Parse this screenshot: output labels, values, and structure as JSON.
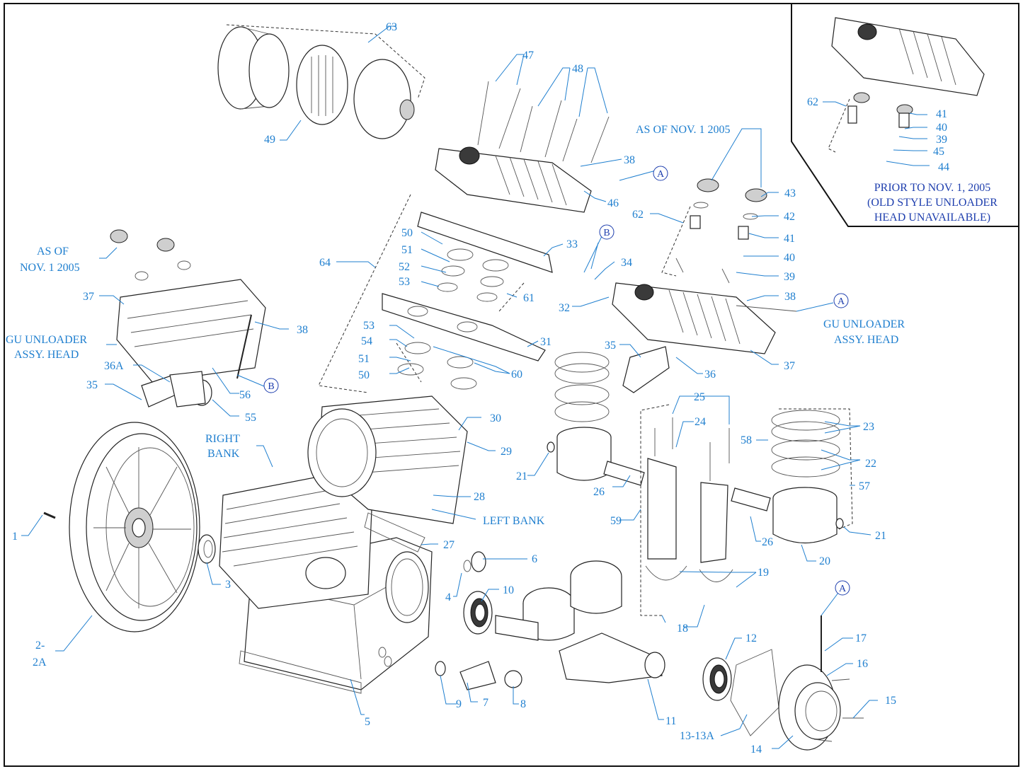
{
  "labels": {
    "p1": "1",
    "p2": "2-",
    "p2a": "2A",
    "p3": "3",
    "p4": "4",
    "p5": "5",
    "p6": "6",
    "p7": "7",
    "p8": "8",
    "p9": "9",
    "p10": "10",
    "p11": "11",
    "p12": "12",
    "p13": "13-13A",
    "p14": "14",
    "p15": "15",
    "p16": "16",
    "p17": "17",
    "p18": "18",
    "p19": "19",
    "p20": "20",
    "p21a": "21",
    "p21b": "21",
    "p22": "22",
    "p23": "23",
    "p24": "24",
    "p25": "25",
    "p26a": "26",
    "p26b": "26",
    "p27": "27",
    "p28": "28",
    "p29": "29",
    "p30": "30",
    "p31": "31",
    "p32": "32",
    "p33": "33",
    "p34": "34",
    "p35a": "35",
    "p35b": "35",
    "p36": "36",
    "p36a": "36A",
    "p37a": "37",
    "p37b": "37",
    "p38a": "38",
    "p38b": "38",
    "p38c": "38",
    "p39a": "39",
    "p39b": "39",
    "p40a": "40",
    "p40b": "40",
    "p41a": "41",
    "p41b": "41",
    "p42": "42",
    "p43": "43",
    "p44": "44",
    "p45": "45",
    "p46": "46",
    "p47": "47",
    "p48": "48",
    "p49": "49",
    "p50a": "50",
    "p50b": "50",
    "p51a": "51",
    "p51b": "51",
    "p52": "52",
    "p53a": "53",
    "p53b": "53",
    "p54": "54",
    "p55": "55",
    "p56": "56",
    "p57": "57",
    "p58": "58",
    "p59": "59",
    "p60": "60",
    "p61": "61",
    "p62a": "62",
    "p62b": "62",
    "p63": "63",
    "p64": "64"
  },
  "notes": {
    "as_of_right_1": "AS OF NOV. 1 2005",
    "as_of_left_1": "AS OF",
    "as_of_left_2": "NOV. 1 2005",
    "gu_left_1": "GU UNLOADER",
    "gu_left_2": "ASSY. HEAD",
    "gu_right_1": "GU UNLOADER",
    "gu_right_2": "ASSY. HEAD",
    "right_bank_1": "RIGHT",
    "right_bank_2": "BANK",
    "left_bank": "LEFT BANK",
    "prior_1": "PRIOR TO NOV. 1, 2005",
    "prior_2": "(OLD STYLE UNLOADER",
    "prior_3": "HEAD UNAVAILABLE)"
  },
  "refs": {
    "a": "A",
    "b": "B"
  },
  "colors": {
    "label": "#1f7fcf",
    "note": "#1f3fae",
    "line": "#222222"
  }
}
